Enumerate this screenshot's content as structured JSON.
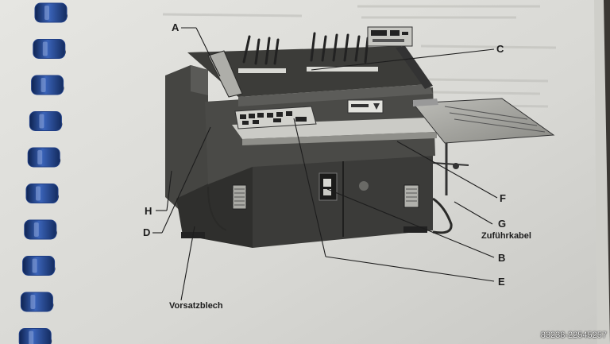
{
  "labels": {
    "A": "A",
    "B": "B",
    "C": "C",
    "D": "D",
    "E": "E",
    "F": "F",
    "G": "G",
    "H": "H"
  },
  "captions": {
    "feed_cable": "Zuführkabel",
    "front_plate": "Vorsatzblech"
  },
  "watermark": "83238-22545257",
  "colors": {
    "paper": "#d9d9d5",
    "binding_rings": "#1f3e86",
    "machine_dark": "#3a3a38"
  }
}
